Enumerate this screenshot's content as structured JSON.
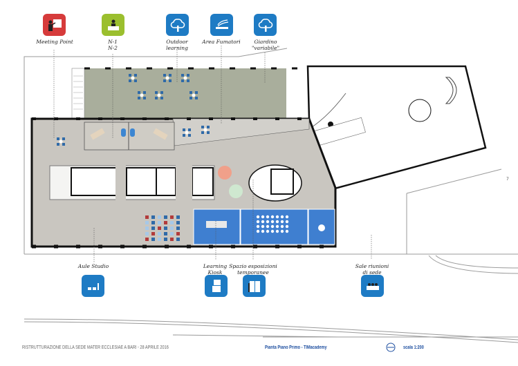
{
  "top_legend": [
    {
      "label": "Meeting Point",
      "icon": "teacher-board-icon",
      "color": "#d63b3b"
    },
    {
      "label": "N-1\nN-2",
      "label_lines": [
        "N-1",
        "N-2"
      ],
      "icon": "desk-person-icon",
      "color": "#9bbf2e"
    },
    {
      "label_lines": [
        "Outdoor",
        "learning"
      ],
      "icon": "tree-icon",
      "color": "#1e7bc4"
    },
    {
      "label_lines": [
        "Area Fumatori"
      ],
      "icon": "cigarette-icon",
      "color": "#1e7bc4"
    },
    {
      "label_lines": [
        "Giardino",
        "\"variabile\""
      ],
      "icon": "tree-icon",
      "color": "#1e7bc4"
    }
  ],
  "bottom_legend": [
    {
      "label_lines": [
        "Aule Studio"
      ],
      "icon": "study-desks-icon",
      "color": "#1e7bc4"
    },
    {
      "label_lines": [
        "Learning",
        "Kiosk"
      ],
      "icon": "kiosk-icon",
      "color": "#1e7bc4"
    },
    {
      "label_lines": [
        "Spazio esposizioni",
        "temporanee"
      ],
      "icon": "exhibition-panel-icon",
      "color": "#1e7bc4"
    },
    {
      "label_lines": [
        "Sale riunioni",
        "di sede"
      ],
      "icon": "meeting-table-icon",
      "color": "#1e7bc4"
    }
  ],
  "footer": {
    "project": "RISTRUTTURAZIONE DELLA SEDE MATER ECCLESIAE A BARI - 28 APRILE 2016",
    "plan_title": "Pianta Piano Primo - TIMacademy",
    "scale": "scala 1:200"
  },
  "side_marker": "7",
  "colors": {
    "floor": "#c9c6c0",
    "garden": "#a9ae9c",
    "meeting_rooms": "#3f7fd0",
    "wall": "#111111"
  }
}
